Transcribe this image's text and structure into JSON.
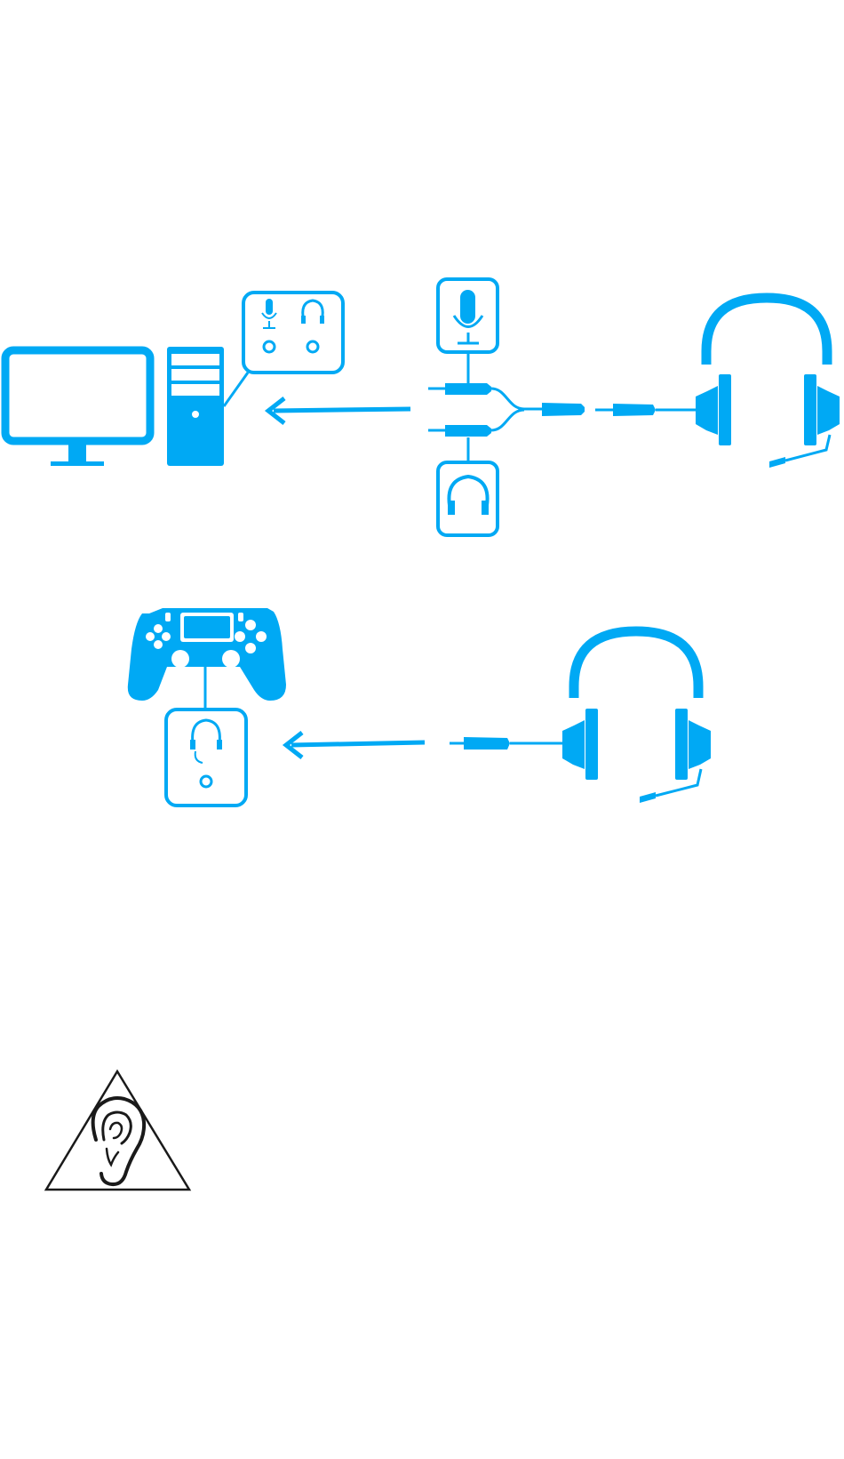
{
  "colors": {
    "accent": "#00A9F4",
    "dark": "#1a1a1a",
    "background": "#ffffff"
  },
  "diagrams": {
    "pc_setup": {
      "devices": [
        "monitor-icon",
        "pc-tower-icon",
        "pc-audio-panel",
        "mic-jack-icon",
        "headphone-jack-icon",
        "y-splitter-cable",
        "headset-icon"
      ]
    },
    "console_setup": {
      "devices": [
        "gamepad-icon",
        "combo-jack-panel",
        "headset-icon"
      ]
    },
    "warning": {
      "icon": "hearing-warning-icon"
    }
  }
}
